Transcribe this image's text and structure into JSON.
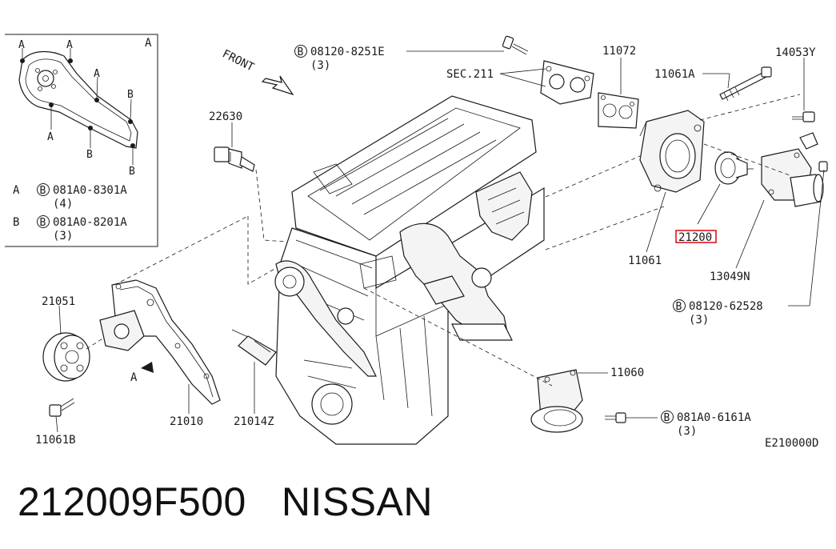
{
  "caption": {
    "part_number": "212009F500",
    "brand": "NISSAN"
  },
  "highlight_color": "#e0141e",
  "inset": {
    "corner_label": "A",
    "point_tags": [
      "A",
      "A",
      "A",
      "B",
      "B",
      "B"
    ],
    "legend": [
      {
        "key": "A",
        "bolt": "081A0-8301A",
        "qty": "(4)"
      },
      {
        "key": "B",
        "bolt": "081A0-8201A",
        "qty": "(3)"
      }
    ]
  },
  "front_arrow_label": "FRONT",
  "view_tag": "A",
  "bolt_callouts": [
    {
      "code": "08120-8251E",
      "qty": "(3)"
    },
    {
      "code": "08120-62528",
      "qty": "(3)"
    },
    {
      "code": "081A0-6161A",
      "qty": "(3)"
    }
  ],
  "parts": {
    "sec211": "SEC.211",
    "p11072": "11072",
    "p11061A": "11061A",
    "p14053Y": "14053Y",
    "p22630": "22630",
    "p11061": "11061",
    "p21200": "21200",
    "p13049N": "13049N",
    "p21051": "21051",
    "p21010": "21010",
    "p21014Z": "21014Z",
    "p11061B": "11061B",
    "p11060": "11060"
  },
  "diagram_code": "E210000D"
}
